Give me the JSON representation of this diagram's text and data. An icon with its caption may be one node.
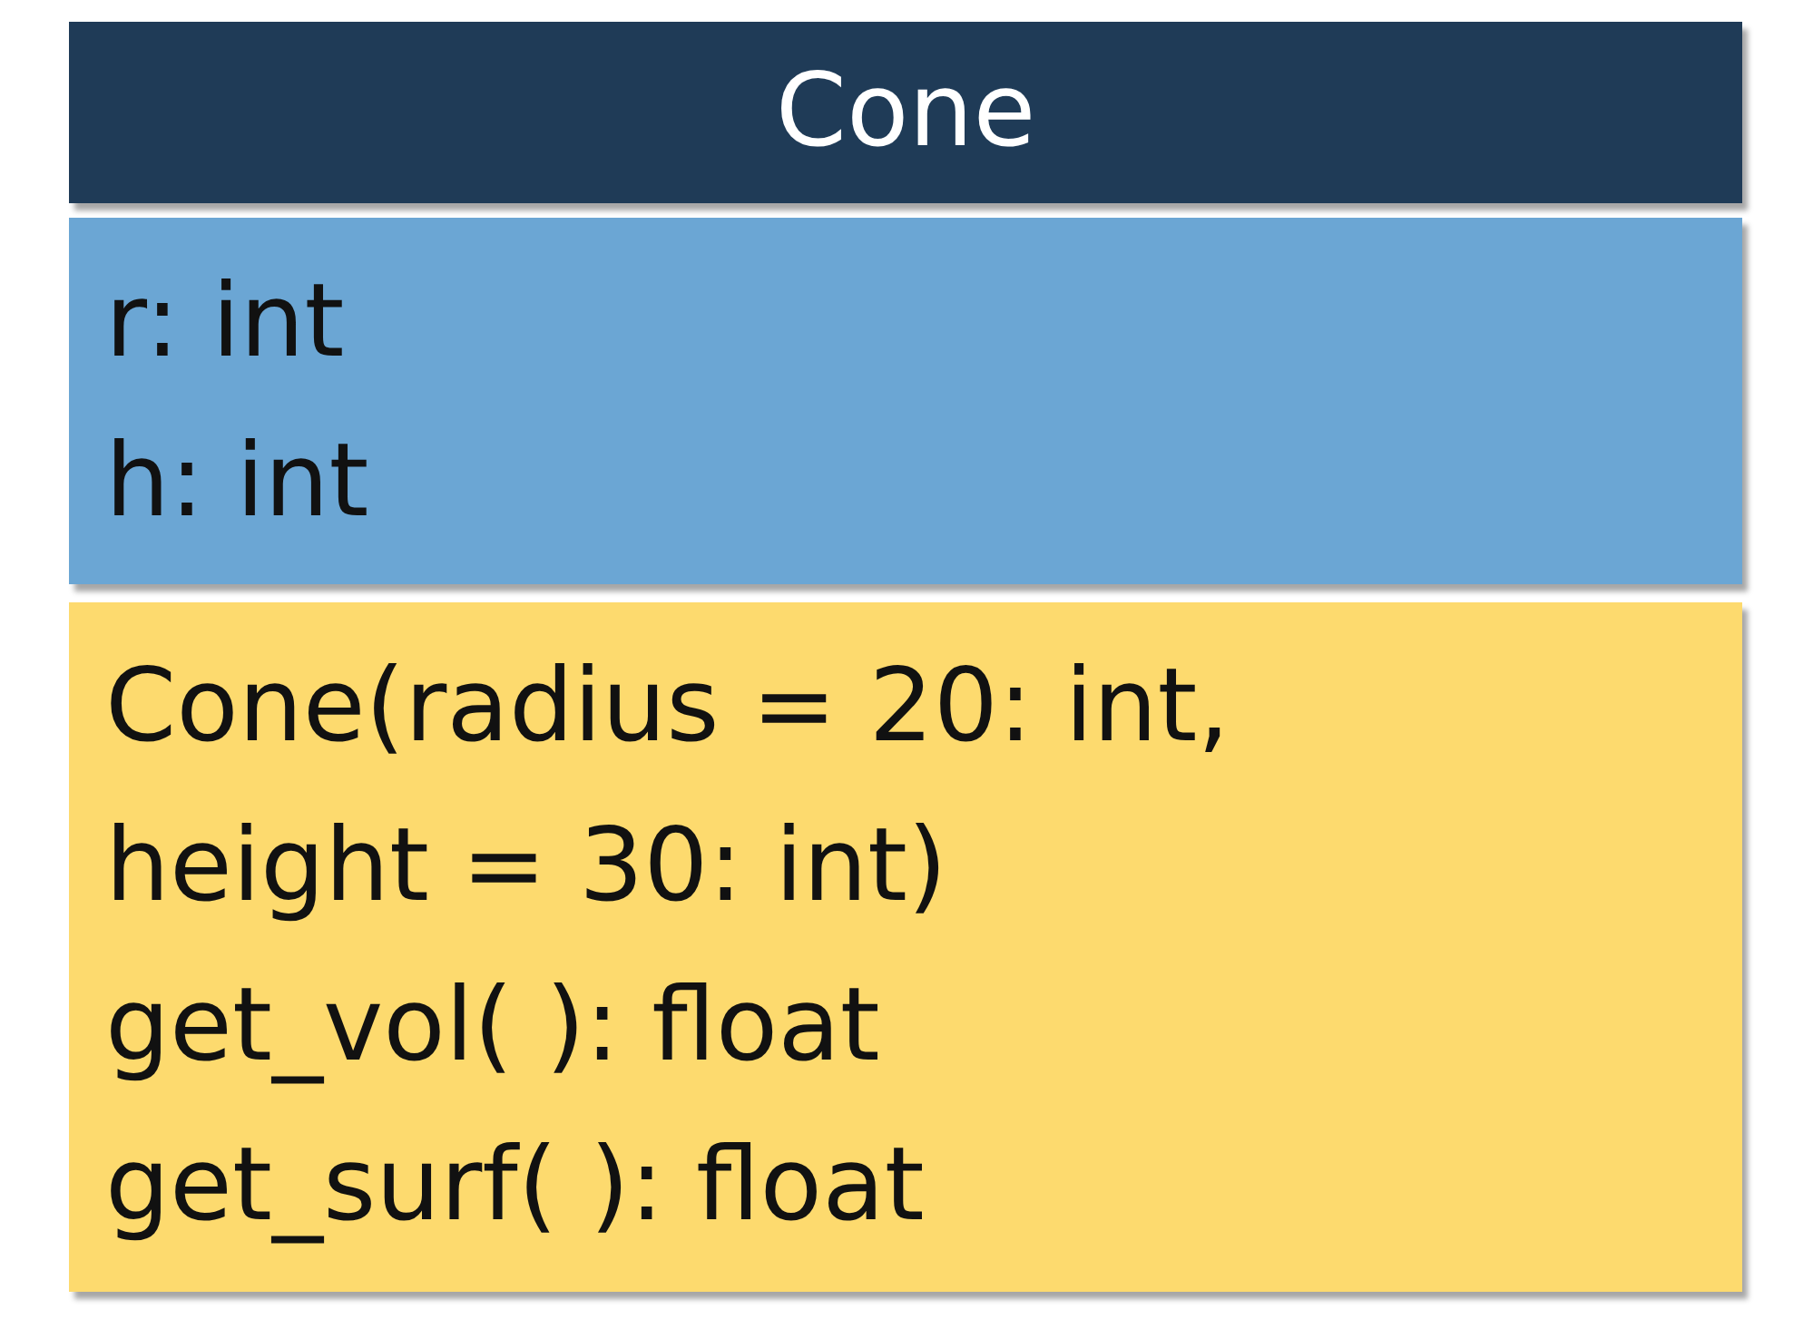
{
  "diagram": {
    "nodes": [
      {
        "text": [
          "Cone"
        ]
      },
      {
        "text": [
          "r: int",
          "h: int"
        ]
      },
      {
        "text": [
          "Cone(radius = 20: int, height = 30: int)",
          "get_vol( ): float",
          "get_surf( ): float"
        ]
      }
    ]
  }
}
